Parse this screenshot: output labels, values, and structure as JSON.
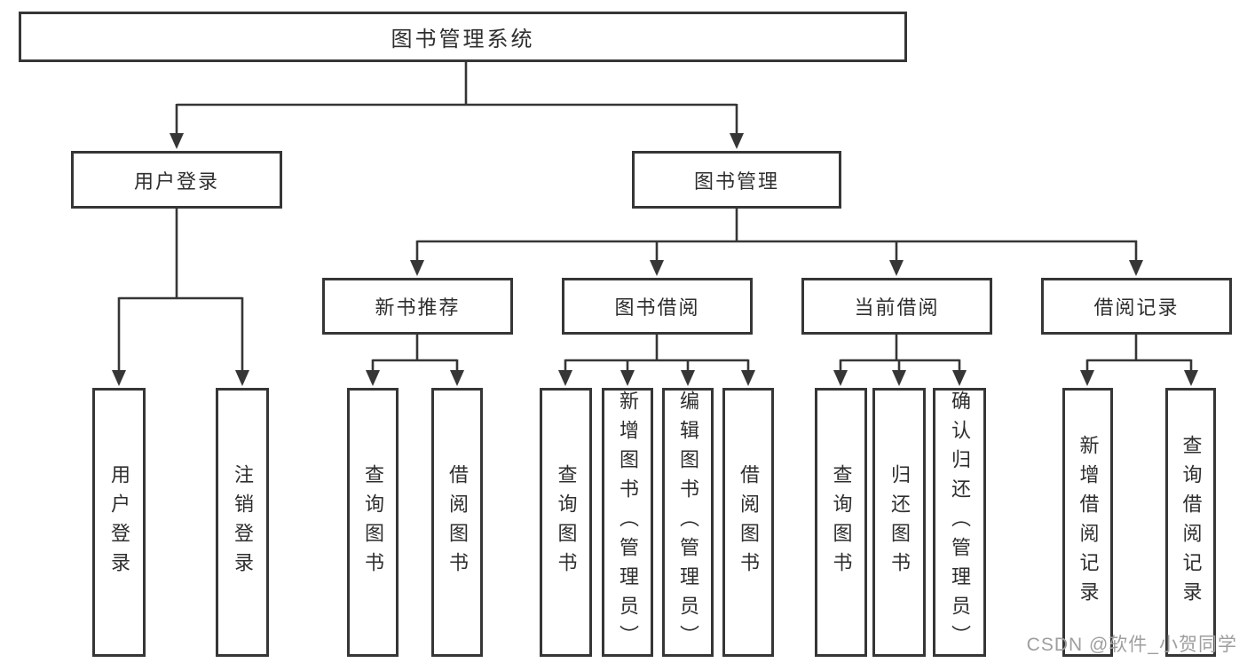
{
  "colors": {
    "bg": "#ffffff",
    "line": "#363636",
    "text": "#2e2e2e",
    "watermark": "#9e9ea0"
  },
  "watermark": {
    "text": "CSDN @软件_小贺同学"
  },
  "tree": {
    "label": "图书管理系统",
    "children": [
      {
        "label": "用户登录",
        "children": [
          {
            "label": "用户登录"
          },
          {
            "label": "注销登录"
          }
        ]
      },
      {
        "label": "图书管理",
        "children": [
          {
            "label": "新书推荐",
            "children": [
              {
                "label": "查询图书"
              },
              {
                "label": "借阅图书"
              }
            ]
          },
          {
            "label": "图书借阅",
            "children": [
              {
                "label": "查询图书"
              },
              {
                "label": "新增图书（管理员）"
              },
              {
                "label": "编辑图书（管理员）"
              },
              {
                "label": "借阅图书"
              }
            ]
          },
          {
            "label": "当前借阅",
            "children": [
              {
                "label": "查询图书"
              },
              {
                "label": "归还图书"
              },
              {
                "label": "确认归还（管理员）"
              }
            ]
          },
          {
            "label": "借阅记录",
            "children": [
              {
                "label": "新增借阅记录"
              },
              {
                "label": "查询借阅记录"
              }
            ]
          }
        ]
      }
    ]
  }
}
